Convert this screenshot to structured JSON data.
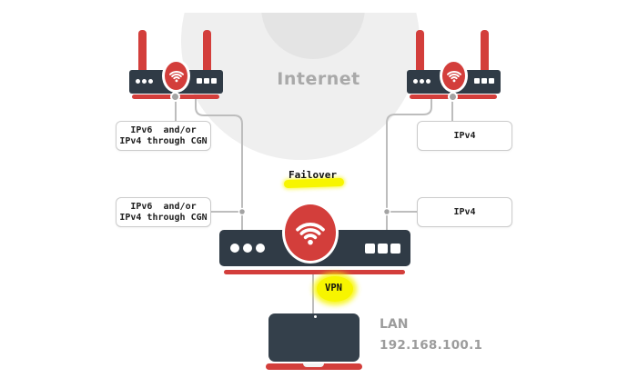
{
  "diagram": {
    "internet_label": "Internet",
    "failover_label": "Failover",
    "vpn_label": "VPN",
    "lan": {
      "title": "LAN",
      "ip": "192.168.100.1"
    },
    "labels": {
      "wan_left_top_line1": "IPv6  and/or",
      "wan_left_top_line2": "IPv4 through CGN",
      "wan_left_bottom_line1": "IPv6  and/or",
      "wan_left_bottom_line2": "IPv4 through CGN",
      "wan_right_top": "IPv4",
      "wan_right_bottom": "IPv4"
    },
    "colors": {
      "red": "#d33e3b",
      "navy": "#303b46",
      "wire_gray": "#bdbdbd",
      "highlight_yellow": "#f7f500",
      "bg_circle_outer": "#efefef",
      "bg_circle_inner": "#e4e4e4",
      "muted_text": "#9c9c9c"
    }
  }
}
